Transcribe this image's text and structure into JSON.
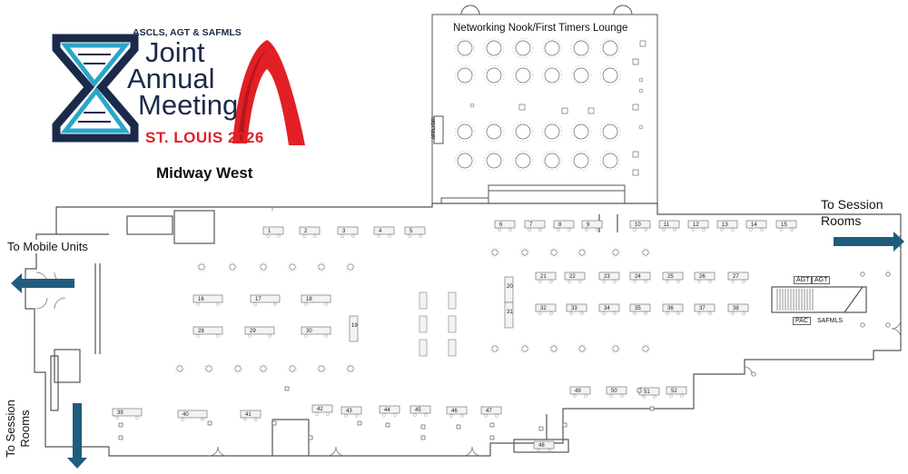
{
  "logo": {
    "org_line": "ASCLS, AGT & SAFMLS",
    "line1": "Joint",
    "line2": "Annual",
    "line3": "Meeting",
    "city": "ST. LOUIS 2026",
    "colors": {
      "navy": "#1b2a4a",
      "teal": "#2aa6c8",
      "red": "#e21f26"
    }
  },
  "hall_title": "Midway West",
  "lounge_title": "Networking Nook/First Timers Lounge",
  "labels": {
    "to_session_rooms_right": "To Session Rooms",
    "to_mobile_units": "To Mobile Units",
    "to_session_rooms_left": "To Session Rooms",
    "stage_sign": "APPLYDR!",
    "agt_1": "AGT",
    "agt_2": "AGT",
    "pac": "PAC",
    "safmls": "SAFMLS"
  },
  "booths": [
    {
      "id": "1"
    },
    {
      "id": "2"
    },
    {
      "id": "3"
    },
    {
      "id": "4"
    },
    {
      "id": "5"
    },
    {
      "id": "6"
    },
    {
      "id": "7"
    },
    {
      "id": "8"
    },
    {
      "id": "9"
    },
    {
      "id": "10"
    },
    {
      "id": "11"
    },
    {
      "id": "12"
    },
    {
      "id": "13"
    },
    {
      "id": "14"
    },
    {
      "id": "15"
    },
    {
      "id": "16"
    },
    {
      "id": "17"
    },
    {
      "id": "18"
    },
    {
      "id": "19"
    },
    {
      "id": "20"
    },
    {
      "id": "21"
    },
    {
      "id": "22"
    },
    {
      "id": "23"
    },
    {
      "id": "24"
    },
    {
      "id": "25"
    },
    {
      "id": "26"
    },
    {
      "id": "27"
    },
    {
      "id": "28"
    },
    {
      "id": "29"
    },
    {
      "id": "30"
    },
    {
      "id": "31"
    },
    {
      "id": "32"
    },
    {
      "id": "33"
    },
    {
      "id": "34"
    },
    {
      "id": "35"
    },
    {
      "id": "36"
    },
    {
      "id": "37"
    },
    {
      "id": "38"
    },
    {
      "id": "39"
    },
    {
      "id": "40"
    },
    {
      "id": "41"
    },
    {
      "id": "42"
    },
    {
      "id": "43"
    },
    {
      "id": "44"
    },
    {
      "id": "45"
    },
    {
      "id": "46"
    },
    {
      "id": "47"
    },
    {
      "id": "48"
    },
    {
      "id": "49"
    },
    {
      "id": "50"
    },
    {
      "id": "51"
    },
    {
      "id": "52"
    }
  ],
  "colors": {
    "arrow": "#1f5c7d",
    "wall": "#555555",
    "booth": "#f3f3f3"
  }
}
